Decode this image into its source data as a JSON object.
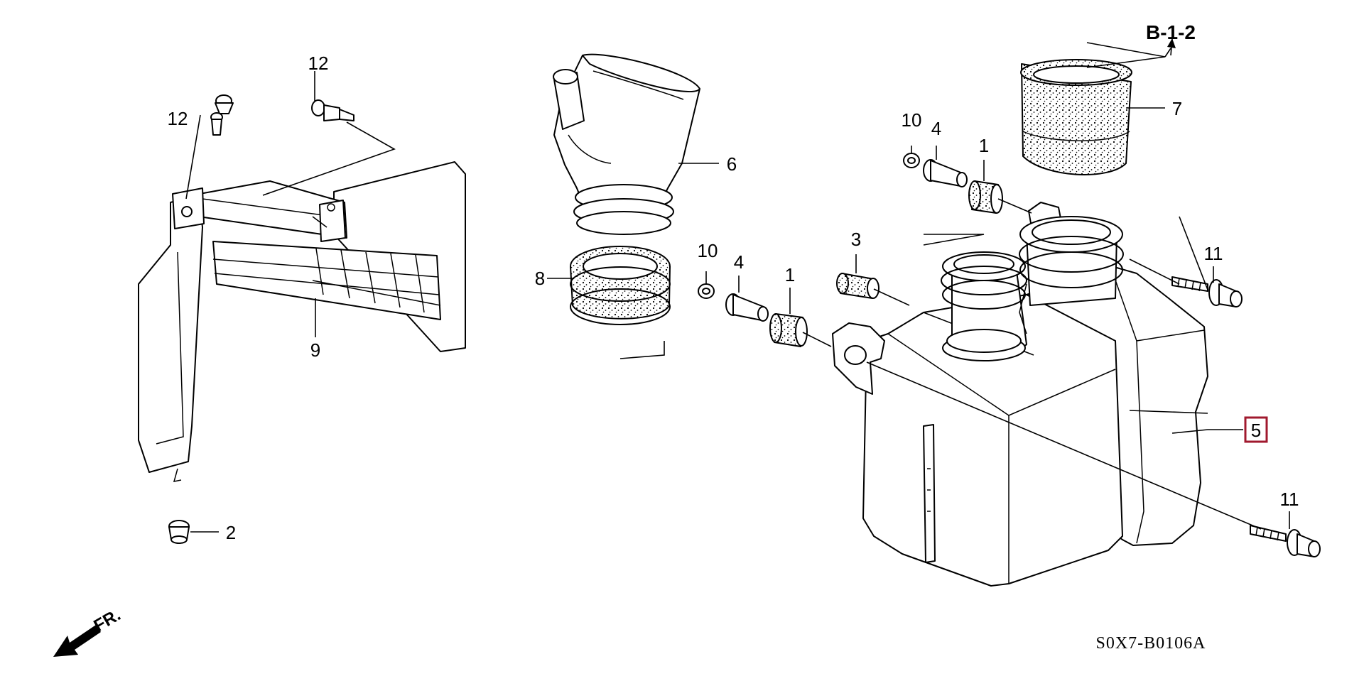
{
  "diagram": {
    "reference_link": "B-1-2",
    "diagram_code": "S0X7-B0106A",
    "front_direction_label": "FR.",
    "highlight_color": "#a0192e",
    "callouts": {
      "c1a": "1",
      "c1b": "1",
      "c2": "2",
      "c3": "3",
      "c4a": "4",
      "c4b": "4",
      "c5": "5",
      "c6": "6",
      "c7": "7",
      "c8": "8",
      "c9": "9",
      "c10a": "10",
      "c10b": "10",
      "c11a": "11",
      "c11b": "11",
      "c12a": "12",
      "c12b": "12"
    }
  }
}
